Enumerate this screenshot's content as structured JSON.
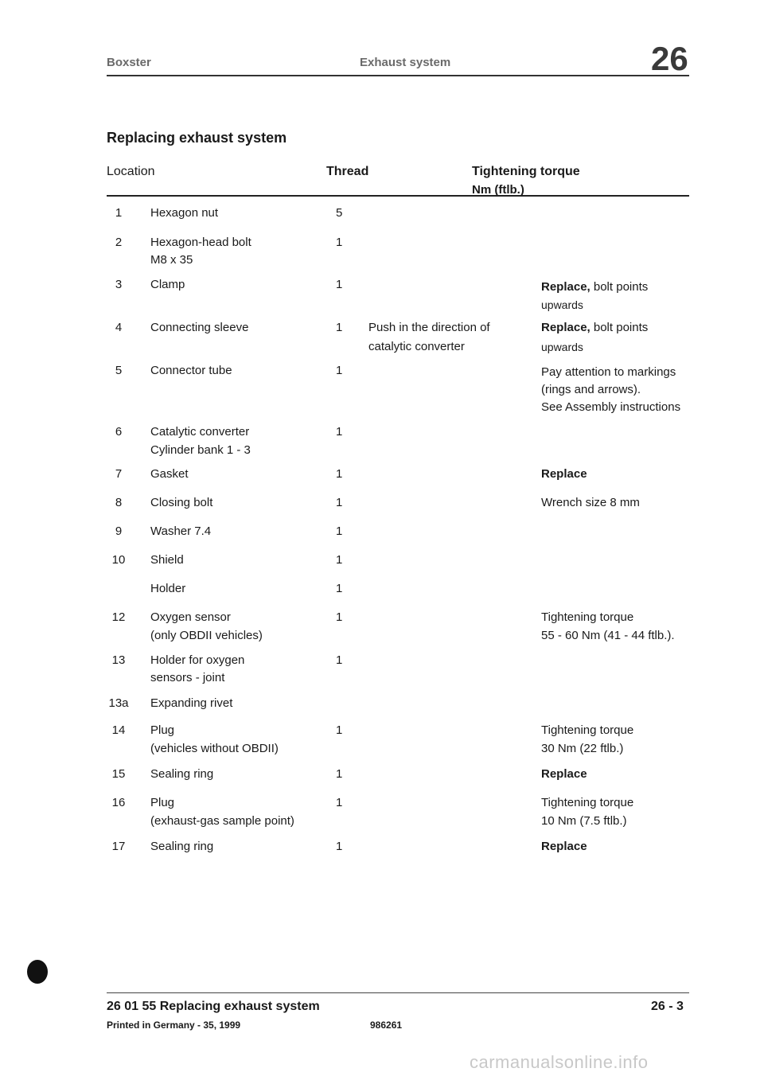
{
  "header": {
    "left": "Boxster",
    "center": "Exhaust system",
    "section": "26"
  },
  "title": "Replacing exhaust system",
  "columns": {
    "location": "Location",
    "thread": "Thread",
    "torque": "Tightening torque",
    "unit": "Nm (ftlb.)"
  },
  "rows": [
    {
      "num": "1",
      "name": "Hexagon nut",
      "qty": "5"
    },
    {
      "num": "2",
      "name": "Hexagon-head bolt",
      "name2": "M8 x 35",
      "qty": "1"
    },
    {
      "num": "3",
      "name": "Clamp",
      "qty": "1",
      "remark_bold": "Replace,",
      "remark": " bolt points",
      "remark2": "upwards"
    },
    {
      "num": "4",
      "name": "Connecting sleeve",
      "qty": "1",
      "note": "Push in the direction of",
      "note2": "catalytic converter",
      "remark_bold": "Replace,",
      "remark": " bolt points",
      "remark2": "upwards"
    },
    {
      "num": "5",
      "name": "Connector tube",
      "qty": "1",
      "remark": "Pay attention to markings",
      "remark2": "(rings and arrows).",
      "remark3": "See Assembly instructions"
    },
    {
      "num": "6",
      "name": "Catalytic converter",
      "name2": "Cylinder bank 1 - 3",
      "qty": "1"
    },
    {
      "num": "7",
      "name": "Gasket",
      "qty": "1",
      "remark_bold": "Replace"
    },
    {
      "num": "8",
      "name": "Closing bolt",
      "qty": "1",
      "remark": "Wrench size 8 mm"
    },
    {
      "num": "9",
      "name": "Washer 7.4",
      "qty": "1"
    },
    {
      "num": "10",
      "name": "Shield",
      "qty": "1"
    },
    {
      "num": "",
      "name": "Holder",
      "qty": "1"
    },
    {
      "num": "12",
      "name": "Oxygen sensor",
      "name2": "(only OBDII vehicles)",
      "qty": "1",
      "remark": "Tightening torque",
      "remark2": "55 - 60 Nm (41 - 44 ftlb.)."
    },
    {
      "num": "13",
      "name": "Holder for oxygen",
      "name2": "sensors - joint",
      "qty": "1"
    },
    {
      "num": "13a",
      "name": "Expanding rivet"
    },
    {
      "num": "14",
      "name": "Plug",
      "name2": "(vehicles without OBDII)",
      "qty": "1",
      "remark": "Tightening torque",
      "remark2": "30 Nm (22 ftlb.)"
    },
    {
      "num": "15",
      "name": "Sealing ring",
      "qty": "1",
      "remark_bold": "Replace"
    },
    {
      "num": "16",
      "name": "Plug",
      "name2": "(exhaust-gas sample point)",
      "qty": "1",
      "remark": "Tightening torque",
      "remark2": "10 Nm (7.5 ftlb.)"
    },
    {
      "num": "17",
      "name": "Sealing ring",
      "qty": "1",
      "remark_bold": "Replace"
    }
  ],
  "footer": {
    "title": "26 01 55 Replacing exhaust system",
    "page": "26 - 3",
    "printed": "Printed in Germany - 35, 1999",
    "code": "986261"
  },
  "watermark": "carmanualsonline.info"
}
